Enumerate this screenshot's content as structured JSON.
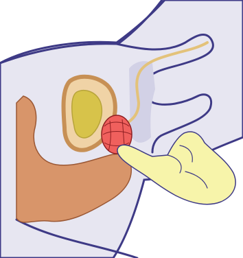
{
  "figure": {
    "colors": {
      "body_fill": "#e7e6f1",
      "outline": "#3e3a86",
      "bladder_outer": "#f0d3a6",
      "bladder_wall": "#c79055",
      "bladder_inner": "#d7c34a",
      "prostate": "#f0605d",
      "prostate_lines": "#8e1f22",
      "rectum": "#d8956a",
      "rectum_edge": "#9a5734",
      "urethra": "#e3c27a",
      "glove": "#f7f4aa",
      "glove_edge": "#3e3a86"
    },
    "parts": [
      "body-outline",
      "bladder",
      "urethra",
      "prostate",
      "rectum",
      "gloved-hand"
    ]
  }
}
